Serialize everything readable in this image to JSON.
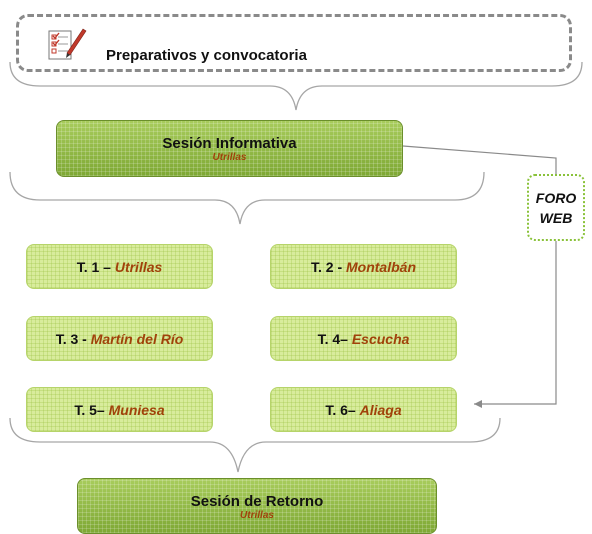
{
  "prep": {
    "title": "Preparativos y convocatoria",
    "icon": "checklist-icon"
  },
  "sesion_informativa": {
    "title": "Sesión Informativa",
    "place": "Utrillas"
  },
  "foro": {
    "line1": "FORO",
    "line2": "WEB"
  },
  "talleres": [
    {
      "label": "T. 1 –",
      "place": "Utrillas"
    },
    {
      "label": "T. 2 -",
      "place": "Montalbán"
    },
    {
      "label": "T. 3  -",
      "place": "Martín del Río"
    },
    {
      "label": "T. 4–",
      "place": "Escucha"
    },
    {
      "label": "T. 5–",
      "place": "Muniesa"
    },
    {
      "label": "T. 6–",
      "place": "Aliaga"
    }
  ],
  "sesion_retorno": {
    "title": "Sesión de Retorno",
    "place": "Utrillas"
  },
  "colors": {
    "dark_green": "#8ab63b",
    "light_green": "#d8ec9c",
    "place_text": "#a0420a",
    "brace": "#a6a6a6",
    "dashed_border": "#8a8a8a"
  }
}
